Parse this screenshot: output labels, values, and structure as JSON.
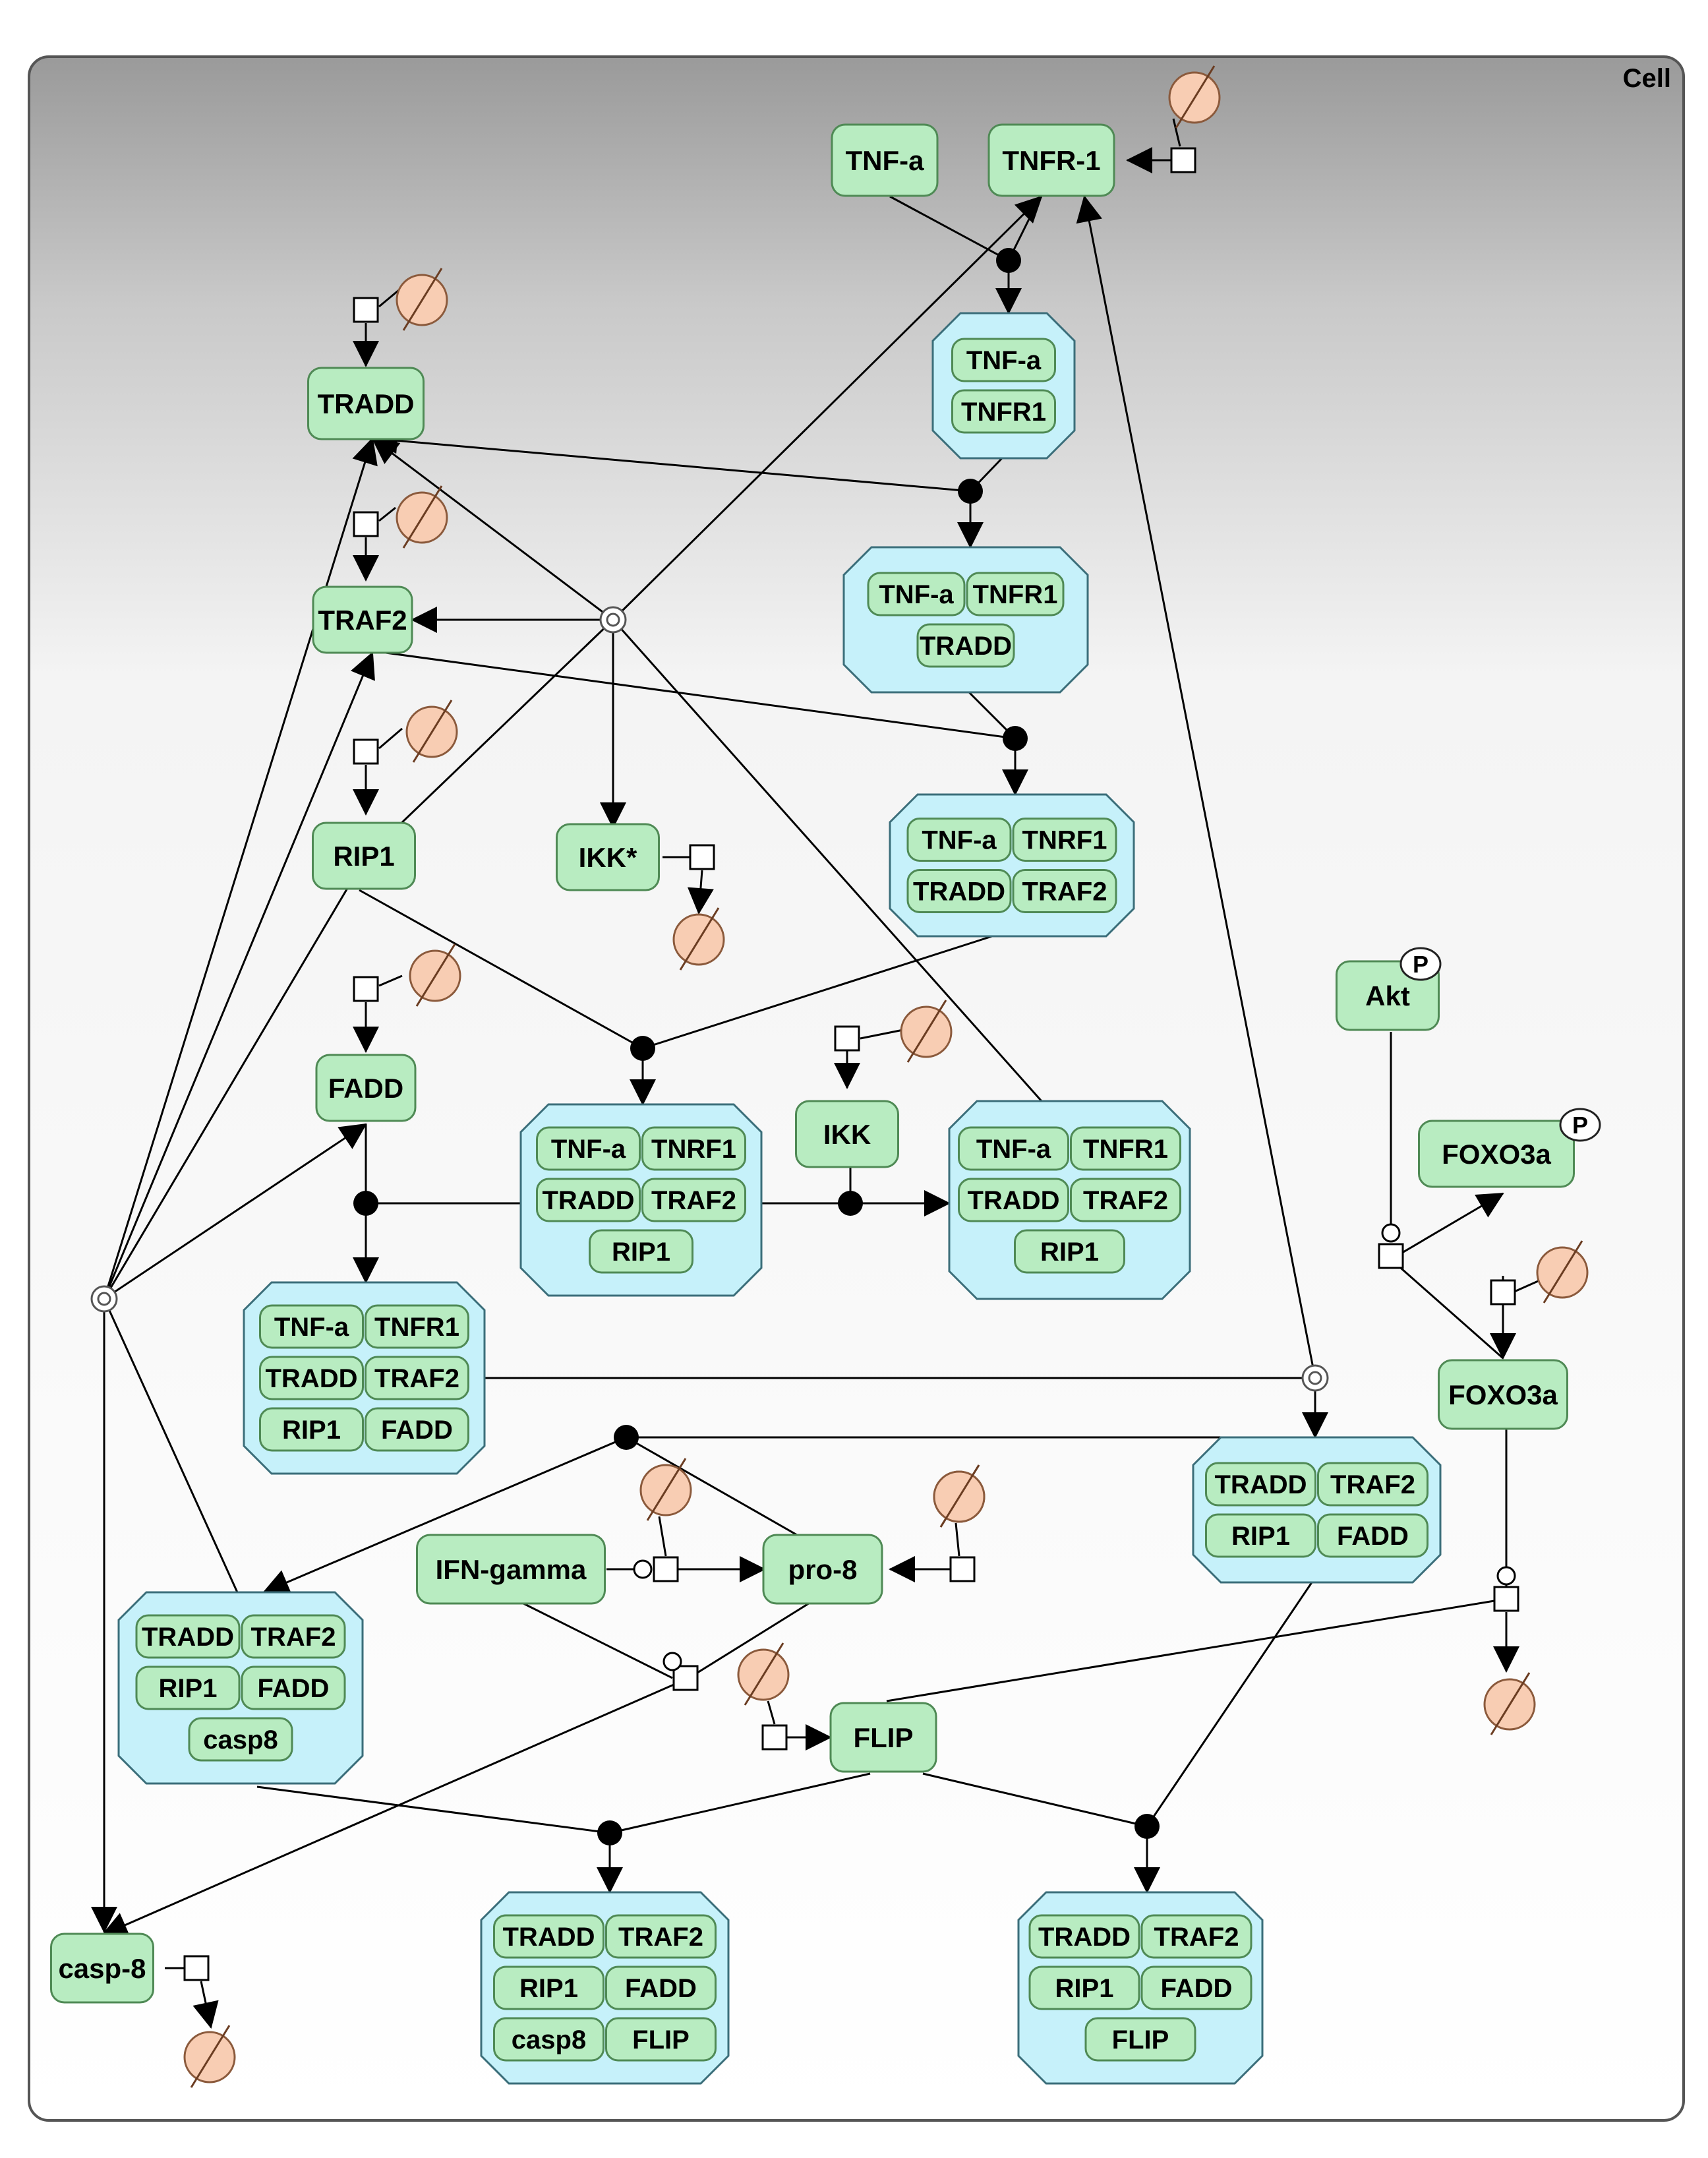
{
  "compartment": {
    "label": "Cell"
  },
  "colors": {
    "entity_fill": "#b8ecc1",
    "entity_stroke": "#4f8a55",
    "complex_fill": "#c6f1fa",
    "complex_stroke": "#3b6e7a",
    "sink_fill": "#f8cdb3",
    "sink_stroke": "#8b5a3c"
  },
  "entities": {
    "tnfa": "TNF-a",
    "tnfr1_receptor": "TNFR-1",
    "tradd": "TRADD",
    "traf2": "TRAF2",
    "rip1": "RIP1",
    "ikk_active": "IKK*",
    "fadd": "FADD",
    "ikk": "IKK",
    "akt": "Akt",
    "foxo3a_p": "FOXO3a",
    "foxo3a": "FOXO3a",
    "ifn_gamma": "IFN-gamma",
    "pro8": "pro-8",
    "flip": "FLIP",
    "casp8": "casp-8"
  },
  "phospho_label": "P",
  "complexes": {
    "c1": [
      "TNF-a",
      "TNFR1"
    ],
    "c2": [
      "TNF-a",
      "TNFR1",
      "TRADD"
    ],
    "c3": [
      "TNF-a",
      "TNRF1",
      "TRADD",
      "TRAF2"
    ],
    "c4": [
      "TNF-a",
      "TNRF1",
      "TRADD",
      "TRAF2",
      "RIP1"
    ],
    "c5": [
      "TNF-a",
      "TNFR1",
      "TRADD",
      "TRAF2",
      "RIP1"
    ],
    "c6": [
      "TNF-a",
      "TNFR1",
      "TRADD",
      "TRAF2",
      "RIP1",
      "FADD"
    ],
    "c7": [
      "TRADD",
      "TRAF2",
      "RIP1",
      "FADD"
    ],
    "c8": [
      "TRADD",
      "TRAF2",
      "RIP1",
      "FADD",
      "casp8"
    ],
    "c9": [
      "TRADD",
      "TRAF2",
      "RIP1",
      "FADD",
      "casp8",
      "FLIP"
    ],
    "c10": [
      "TRADD",
      "TRAF2",
      "RIP1",
      "FADD",
      "FLIP"
    ]
  }
}
